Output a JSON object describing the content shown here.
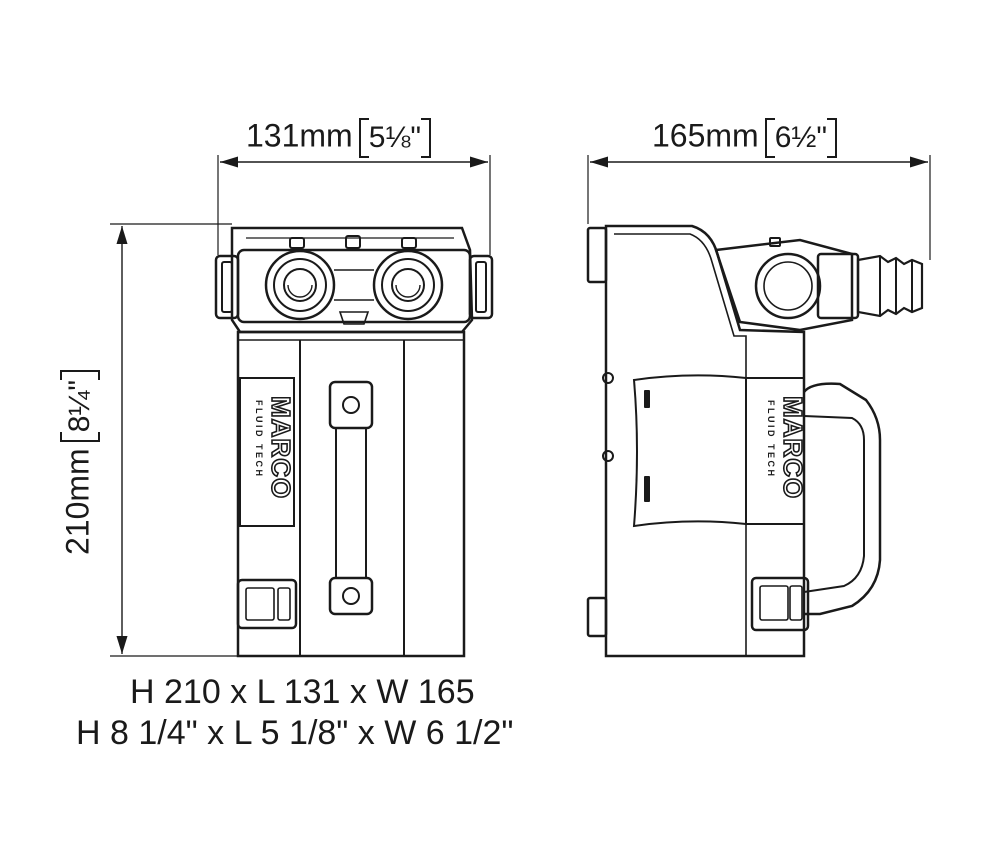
{
  "dimensions": {
    "width": {
      "metric": "131mm",
      "imperial": "5⅛\""
    },
    "depth": {
      "metric": "165mm",
      "imperial": "6½\""
    },
    "height": {
      "metric": "210mm",
      "imperial": "8¼\""
    }
  },
  "specs": {
    "metric": "H 210 x L 131 x W 165",
    "imperial": "H 8 1/4\" x L 5 1/8\" x W 6 1/2\""
  },
  "brand": {
    "name": "MARCO",
    "subtitle": "FLUID TECH"
  },
  "colors": {
    "line": "#1a1a1a",
    "background": "#ffffff"
  }
}
